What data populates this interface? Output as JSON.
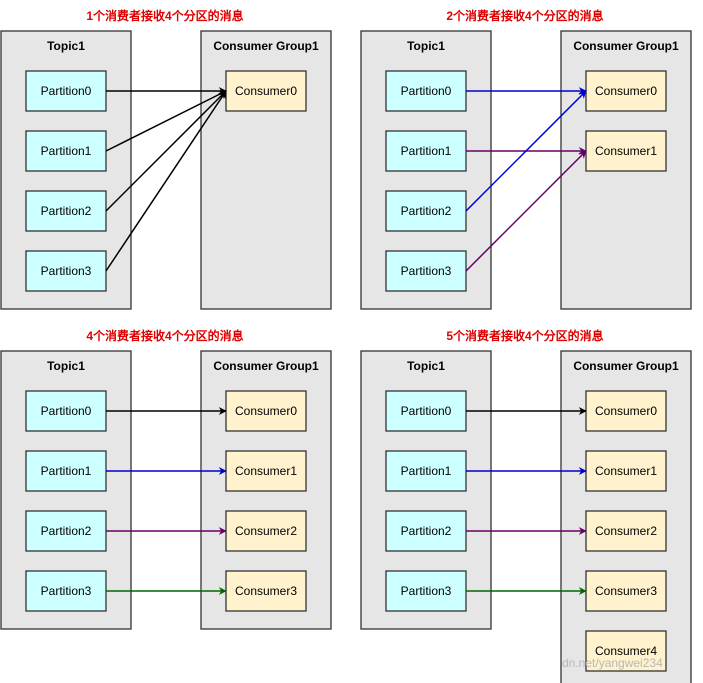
{
  "watermark": "dn.net/yangwei234",
  "diagrams": [
    {
      "caption": "1个消费者接收4个分区的消息",
      "topic_title": "Topic1",
      "group_title": "Consumer Group1",
      "partitions": [
        "Partition0",
        "Partition1",
        "Partition2",
        "Partition3"
      ],
      "consumers": [
        "Consumer0"
      ],
      "links": [
        [
          0,
          0
        ],
        [
          1,
          0
        ],
        [
          2,
          0
        ],
        [
          3,
          0
        ]
      ]
    },
    {
      "caption": "2个消费者接收4个分区的消息",
      "topic_title": "Topic1",
      "group_title": "Consumer Group1",
      "partitions": [
        "Partition0",
        "Partition1",
        "Partition2",
        "Partition3"
      ],
      "consumers": [
        "Consumer0",
        "Consumer1"
      ],
      "links": [
        [
          0,
          0
        ],
        [
          1,
          1
        ],
        [
          2,
          0
        ],
        [
          3,
          1
        ]
      ]
    },
    {
      "caption": "4个消费者接收4个分区的消息",
      "topic_title": "Topic1",
      "group_title": "Consumer Group1",
      "partitions": [
        "Partition0",
        "Partition1",
        "Partition2",
        "Partition3"
      ],
      "consumers": [
        "Consumer0",
        "Consumer1",
        "Consumer2",
        "Consumer3"
      ],
      "links": [
        [
          0,
          0
        ],
        [
          1,
          1
        ],
        [
          2,
          2
        ],
        [
          3,
          3
        ]
      ]
    },
    {
      "caption": "5个消费者接收4个分区的消息",
      "topic_title": "Topic1",
      "group_title": "Consumer Group1",
      "partitions": [
        "Partition0",
        "Partition1",
        "Partition2",
        "Partition3"
      ],
      "consumers": [
        "Consumer0",
        "Consumer1",
        "Consumer2",
        "Consumer3",
        "Consumer4"
      ],
      "links": [
        [
          0,
          0
        ],
        [
          1,
          1
        ],
        [
          2,
          2
        ],
        [
          3,
          3
        ]
      ]
    }
  ],
  "colors": {
    "caption": "#e00000",
    "topic_box": "#e6e6e6",
    "partition_fill": "#ccffff",
    "consumer_fill": "#fff2cc",
    "arrow_partition0": "#000000",
    "arrow_partition1": "#0000cc",
    "arrow_partition2": "#660066",
    "arrow_partition3": "#006600",
    "arrow_single_consumer": "#000000",
    "arrow_group_consumer0": "#0000cc",
    "arrow_group_consumer1": "#660066"
  }
}
